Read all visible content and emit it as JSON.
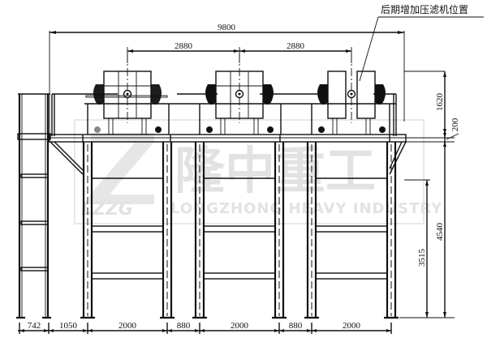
{
  "drawing": {
    "title_note": "后期增加压滤机位置",
    "watermark": {
      "logo_letters": "LZZG",
      "chinese": "隆中重工",
      "english": "LONGZHONG HEAVY INDUSTRY",
      "color": "#e2e2e2"
    },
    "line_color": "#111111",
    "background": "#ffffff"
  },
  "dimensions": {
    "overall_width": "9800",
    "machine_spacing": [
      "2880",
      "2880"
    ],
    "bottom": [
      "742",
      "1050",
      "2000",
      "880",
      "2000",
      "880",
      "2000"
    ],
    "right_vertical": {
      "upper_height": "1620",
      "platform_thickness": "200",
      "platform_height": "4540",
      "inner_height": "3515"
    }
  },
  "components": {
    "filter_press_count": 3,
    "bay_count": 3,
    "ladder_rungs": 4
  }
}
